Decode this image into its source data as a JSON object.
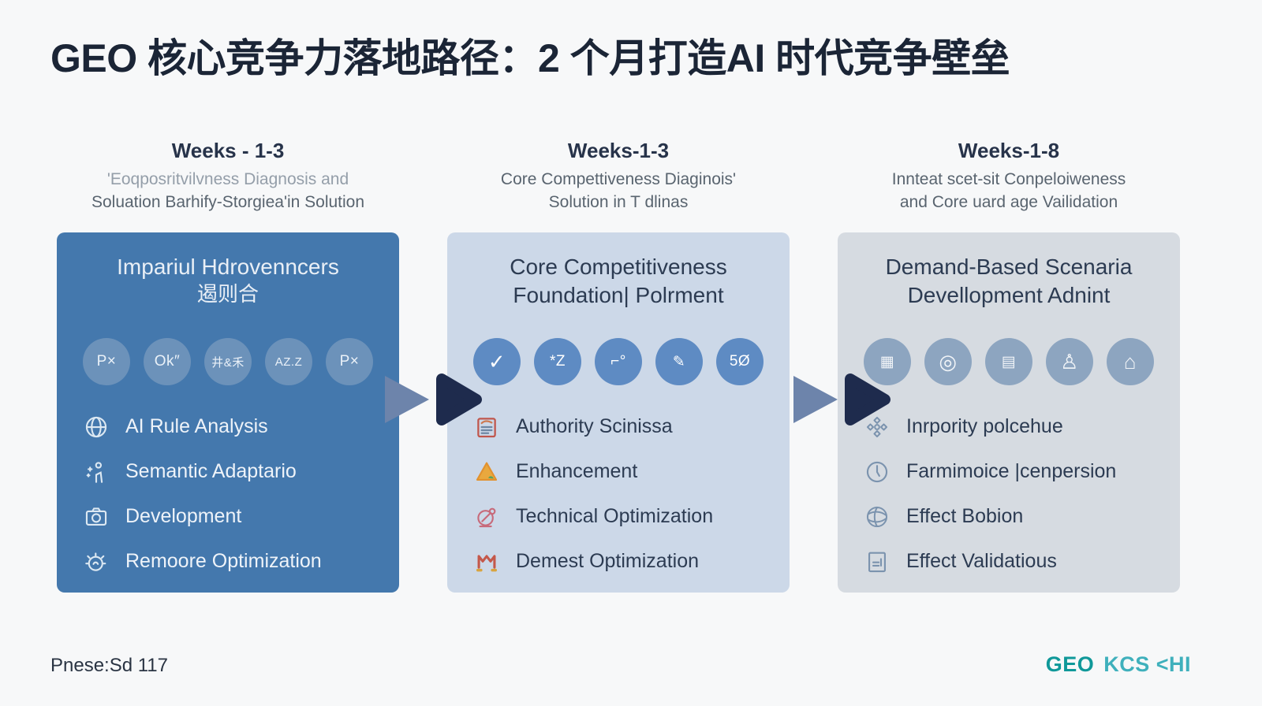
{
  "title": "GEO 核心竞争力落地路径：2 个月打造AI 时代竞争壁垒",
  "columns": [
    {
      "week": "Weeks - 1-3",
      "subtitle1": "'Eoqposritvilvness Diagnosis and",
      "subtitle2": "Soluation Barhify-Storgiea'in Solution",
      "card": {
        "title1": "Impariul Hdrovenncers",
        "title2": "遏则合",
        "badges": [
          "P×",
          "Ok″",
          "井&禾",
          "AZ.Z",
          "P×"
        ],
        "items": [
          {
            "icon": "globe-icon",
            "label": "AI Rule Analysis"
          },
          {
            "icon": "sparkle-figure-icon",
            "label": "Semantic Adaptario"
          },
          {
            "icon": "camera-icon",
            "label": "Development"
          },
          {
            "icon": "idea-head-icon",
            "label": "Remoore Optimization"
          }
        ]
      }
    },
    {
      "week": "Weeks-1-3",
      "subtitle1": "Core Compettiveness Diaginois'",
      "subtitle2": "Solution in T dlinas",
      "card": {
        "title1": "Core Competitiveness",
        "title2": "Foundation| Polrment",
        "badges": [
          "✓",
          "*Z",
          "⌐°",
          "✎",
          "5Ø"
        ],
        "items": [
          {
            "icon": "clipboard-icon",
            "label": "Authority Scinissa"
          },
          {
            "icon": "warning-triangle-icon",
            "label": "Enhancement"
          },
          {
            "icon": "gauge-icon",
            "label": "Technical Optimization"
          },
          {
            "icon": "mail-m-icon",
            "label": "Demest Optimization"
          }
        ]
      }
    },
    {
      "week": "Weeks-1-8",
      "subtitle1": "Innteat scet-sit Conpeloiweness",
      "subtitle2": "and Core uard age Vailidation",
      "card": {
        "title1": "Demand-Based Scenaria",
        "title2": "Devellopment Adnint",
        "badges": [
          "▦",
          "◎",
          "▤",
          "♙",
          "⌂"
        ],
        "items": [
          {
            "icon": "compass-cross-icon",
            "label": "Inrpority polcehue"
          },
          {
            "icon": "clock-icon",
            "label": "Farmimoice |cenpersion"
          },
          {
            "icon": "globe-mesh-icon",
            "label": "Effect Bobion"
          },
          {
            "icon": "chart-doc-icon",
            "label": "Effect Validatious"
          }
        ]
      }
    }
  ],
  "footer": {
    "left_text": "Pnese:Sd 117",
    "logo_primary": "GEO",
    "logo_secondary": "KCS <HI"
  },
  "colors": {
    "page_bg": "#f7f8f9",
    "title_text": "#1b2536",
    "card1_bg": "#4478ad",
    "card2_bg": "#ccd8e8",
    "card3_bg": "#d6dbe1",
    "badge1_bg": "#6c92ba",
    "badge2_bg": "#5e8bc3",
    "badge3_bg": "#8da5c0",
    "arrow_light": "#6d84ab",
    "arrow_dark": "#1e2b4d",
    "logo_teal_dark": "#0f9899",
    "logo_teal_light": "#3fb0bc"
  }
}
